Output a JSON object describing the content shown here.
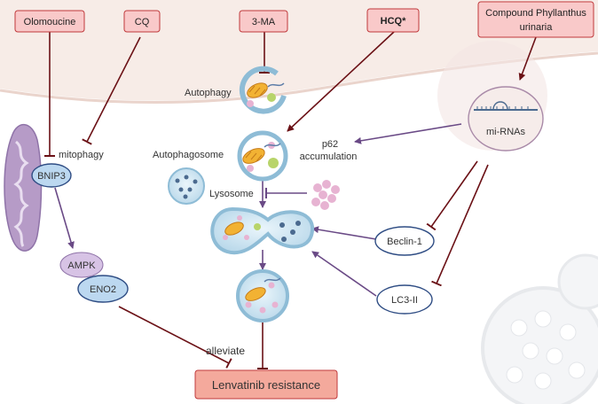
{
  "drugs": {
    "olomoucine": "Olomoucine",
    "cq": "CQ",
    "three_ma": "3-MA",
    "hcq": "HCQ*",
    "cpu_line1": "Compound Phyllanthus",
    "cpu_line2": "urinaria"
  },
  "labels": {
    "mitophagy": "mitophagy",
    "autophagy": "Autophagy",
    "autophagosome": "Autophagosome",
    "lysosome": "Lysosome",
    "p62_line1": "p62",
    "p62_line2": "accumulation",
    "mirnas": "mi-RNAs",
    "alleviate": "alleviate"
  },
  "proteins": {
    "bnip3": "BNIP3",
    "ampk": "AMPK",
    "eno2": "ENO2",
    "beclin1": "Beclin-1",
    "lc3ii": "LC3-II"
  },
  "outcome": {
    "label": "Lenvatinib resistance"
  },
  "colors": {
    "inhibition": "#6b1116",
    "flow": "#6a4a86",
    "drug_fill": "#f9c9c9",
    "drug_stroke": "#c0393b",
    "membrane": "#f7ece7",
    "mitochondria": "#b69bc7",
    "vesicle": "#bfdcec",
    "outcome_fill": "#f4a99c"
  }
}
